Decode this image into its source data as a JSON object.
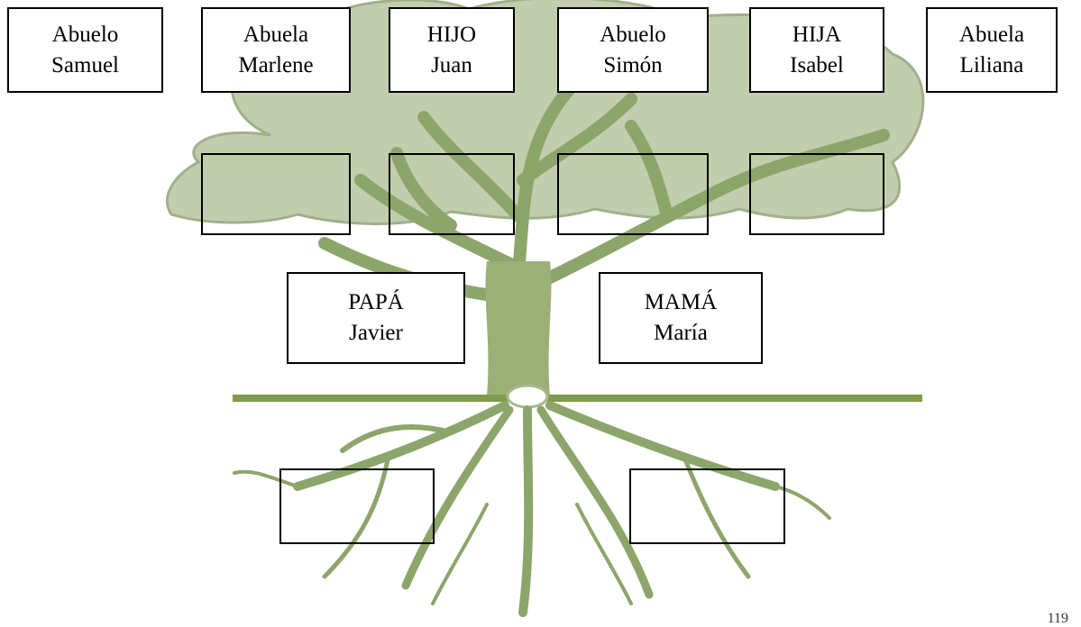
{
  "colors": {
    "tree_foliage": "#bcc8a6",
    "tree_trunk": "#8ea36a",
    "ground_line": "#7f9b4c",
    "box_border": "#000000"
  },
  "grandparents_row": [
    {
      "line1": "Abuelo",
      "line2": "Samuel"
    },
    {
      "line1": "Abuela",
      "line2": "Marlene"
    },
    {
      "line1": "HIJO",
      "line2": "Juan"
    },
    {
      "line1": "Abuelo",
      "line2": "Simón"
    },
    {
      "line1": "HIJA",
      "line2": "Isabel"
    },
    {
      "line1": "Abuela",
      "line2": "Liliana"
    }
  ],
  "parents": {
    "father": {
      "line1": "PAPÁ",
      "line2": "Javier"
    },
    "mother": {
      "line1": "MAMÁ",
      "line2": "María"
    }
  },
  "page_number": "119"
}
